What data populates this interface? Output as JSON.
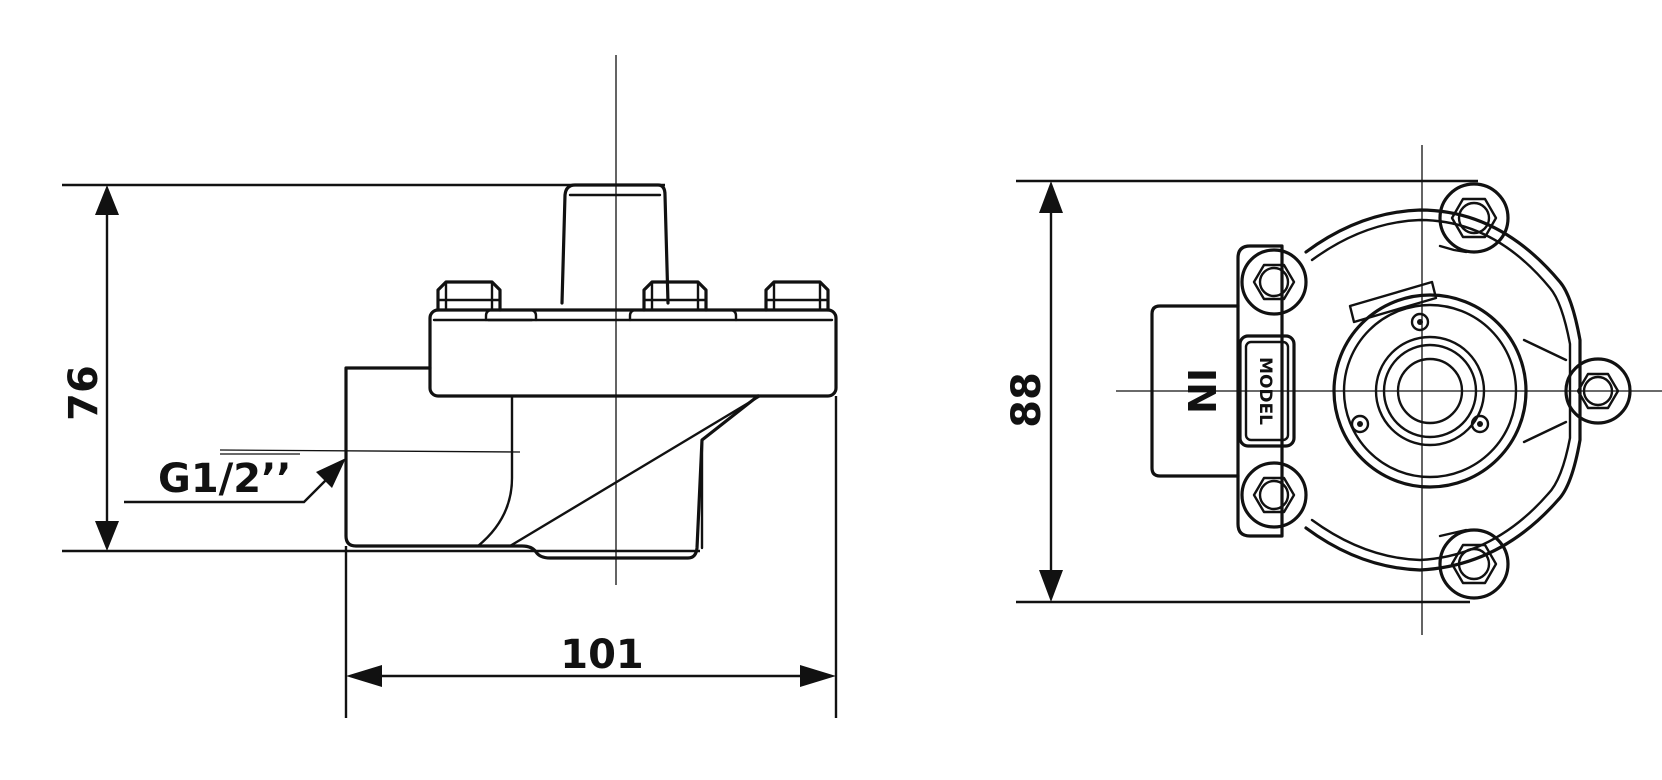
{
  "dimensions": {
    "height_side": "76",
    "width_side": "101",
    "height_front": "88"
  },
  "labels": {
    "thread": "G1/2’’",
    "inlet": "IN",
    "model": "MODEL"
  }
}
